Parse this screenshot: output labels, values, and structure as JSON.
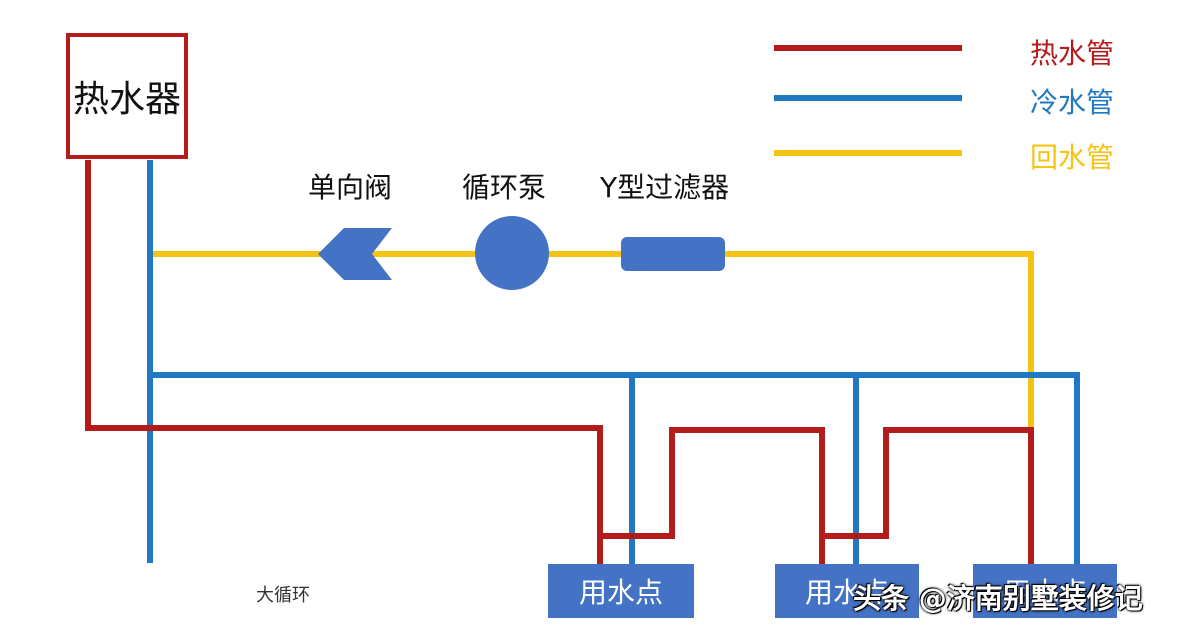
{
  "heater": {
    "label": "热水器"
  },
  "legend": {
    "hot": {
      "label": "热水管",
      "color": "#b41c1c"
    },
    "cold": {
      "label": "冷水管",
      "color": "#1f78c1"
    },
    "return": {
      "label": "回水管",
      "color": "#f5c313"
    }
  },
  "components": {
    "check_valve": "单向阀",
    "pump": "循环泵",
    "y_filter": "Y型过滤器"
  },
  "component_color": "#4472c4",
  "outlets": [
    "用水点",
    "用水点",
    "用水点"
  ],
  "caption": "大循环",
  "watermark": "头条 @济南别墅装修记"
}
